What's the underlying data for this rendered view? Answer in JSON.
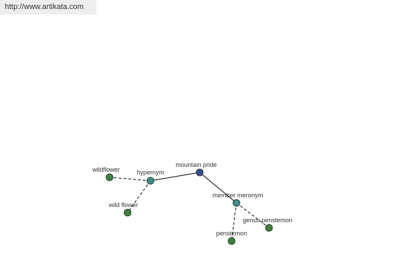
{
  "watermark": {
    "url": "http://www.artikata.com"
  },
  "colors": {
    "background": "#ffffff",
    "banner": "#eeeeee",
    "root_node": "#3b4c8f",
    "relation_node": "#3f8c8c",
    "leaf_node": "#3f7f3f",
    "edge": "#000000",
    "label": "#333333"
  },
  "graph": {
    "nodes": [
      {
        "id": "mountain-pride",
        "label": "mountain pride",
        "kind": "root"
      },
      {
        "id": "hypernym",
        "label": "hypernym",
        "kind": "relation"
      },
      {
        "id": "member-meronym",
        "label": "member meronym",
        "kind": "relation"
      },
      {
        "id": "wildflower",
        "label": "wildflower",
        "kind": "leaf"
      },
      {
        "id": "wild-flower",
        "label": "wild flower",
        "kind": "leaf"
      },
      {
        "id": "genus-penstemon",
        "label": "genus penstemon",
        "kind": "leaf"
      },
      {
        "id": "penstemon",
        "label": "penstemon",
        "kind": "leaf"
      }
    ],
    "edges": [
      {
        "from": "mountain-pride",
        "to": "hypernym",
        "style": "solid"
      },
      {
        "from": "mountain-pride",
        "to": "member-meronym",
        "style": "solid"
      },
      {
        "from": "hypernym",
        "to": "wildflower",
        "style": "dashed"
      },
      {
        "from": "hypernym",
        "to": "wild-flower",
        "style": "dashed"
      },
      {
        "from": "member-meronym",
        "to": "genus-penstemon",
        "style": "dashed"
      },
      {
        "from": "member-meronym",
        "to": "penstemon",
        "style": "dashed"
      }
    ]
  }
}
